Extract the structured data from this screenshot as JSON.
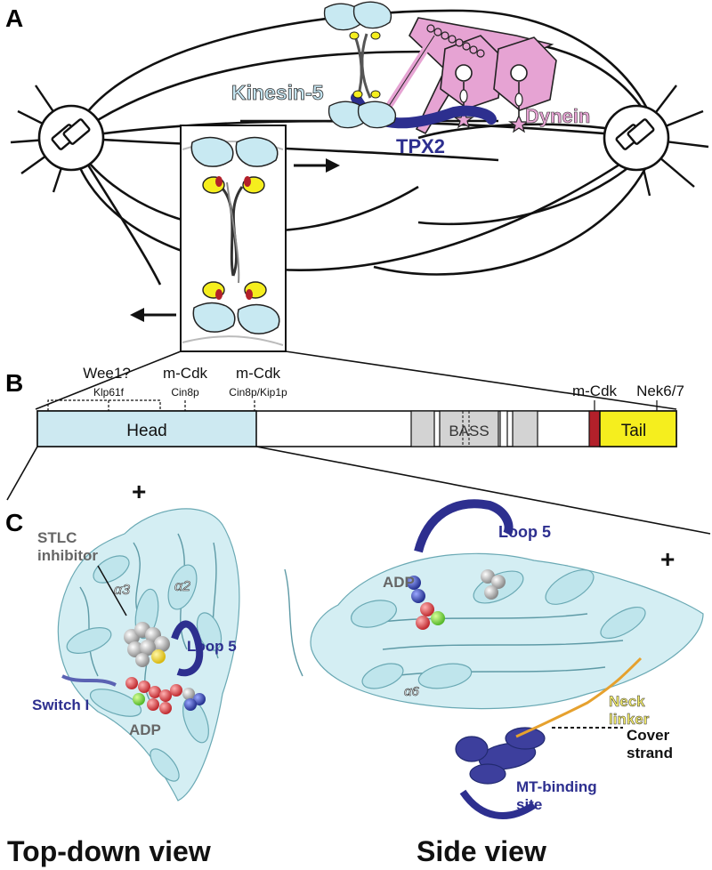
{
  "panels": {
    "a": "A",
    "b": "B",
    "c": "C"
  },
  "panel_a": {
    "kinesin5": "Kinesin-5",
    "dynein": "Dynein",
    "tpx2": "TPX2"
  },
  "panel_b": {
    "sites": {
      "wee1": "Wee1?",
      "klp61f": "Klp61f",
      "mcdk1": "m-Cdk",
      "cin8p": "Cin8p",
      "mcdk2": "m-Cdk",
      "cin8p_kip1p": "Cin8p/Kip1p",
      "mcdk3": "m-Cdk",
      "nek": "Nek6/7"
    },
    "domains": {
      "head": "Head",
      "bass": "BASS",
      "tail": "Tail"
    }
  },
  "panel_c": {
    "plus_left": "+",
    "plus_right": "+",
    "stlc": [
      "STLC",
      "inhibitor"
    ],
    "alpha3": "α3",
    "alpha2": "α2",
    "loop5_left": "Loop 5",
    "switch1": "Switch I",
    "adp_left": "ADP",
    "loop5_right": "Loop 5",
    "adp_right": "ADP",
    "alpha6": "α6",
    "neck_linker": [
      "Neck",
      "linker"
    ],
    "cover_strand": [
      "Cover",
      "strand"
    ],
    "mt_binding": [
      "MT-binding",
      "site"
    ],
    "view_top": "Top-down view",
    "view_side": "Side view"
  },
  "colors": {
    "head": "#cde9f1",
    "motor": "#bfe5ec",
    "tail": "#f5ee1e",
    "red": "#b3202a",
    "navy": "#2d2f8f",
    "dynein_pink": "#e6a3d3",
    "neck_orange": "#e6a12e",
    "bass_gray": "#d3d3d3"
  },
  "icons": [
    "centrosome-icon",
    "arrow-right-icon",
    "arrow-left-icon",
    "star-icon"
  ]
}
